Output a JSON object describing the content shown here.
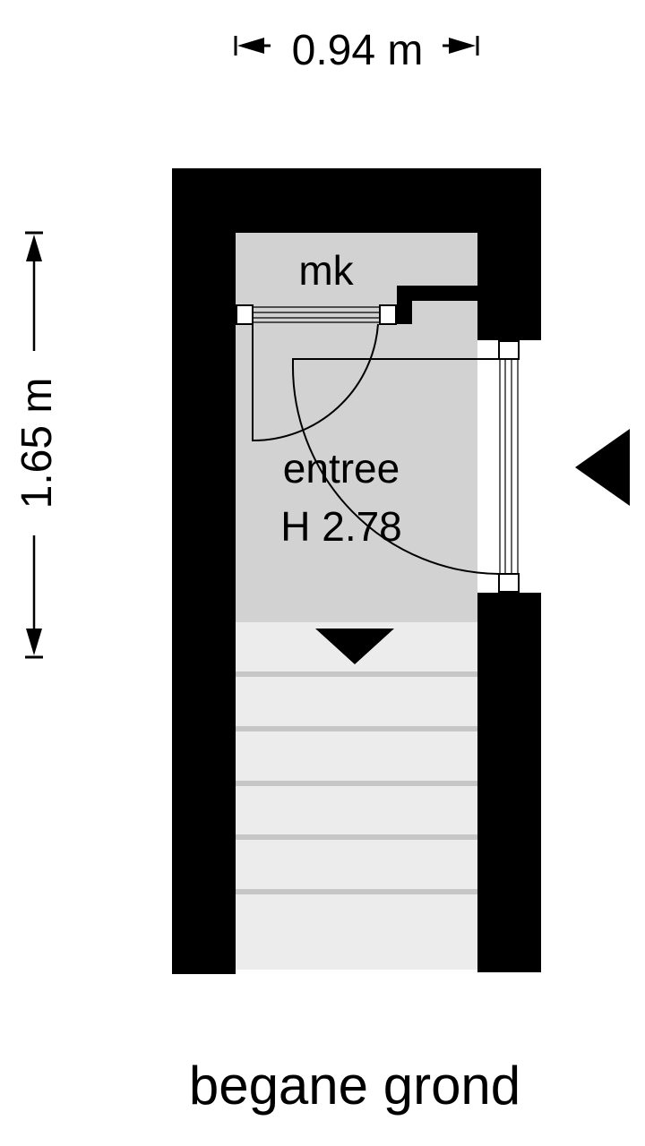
{
  "dimensions": {
    "width_label": "0.94 m",
    "height_label": "1.65 m"
  },
  "rooms": {
    "closet_label": "mk",
    "hall_label": "entree",
    "hall_height_label": "H 2.78"
  },
  "floor": {
    "title": "begane grond"
  },
  "colors": {
    "wall": "#000000",
    "room_fill": "#d2d2d2",
    "stair_fill": "#ececec",
    "stair_line": "#b8b8b8"
  },
  "icons": {
    "entrance_marker": "triangle-left-icon",
    "stair_direction": "triangle-down-icon"
  }
}
